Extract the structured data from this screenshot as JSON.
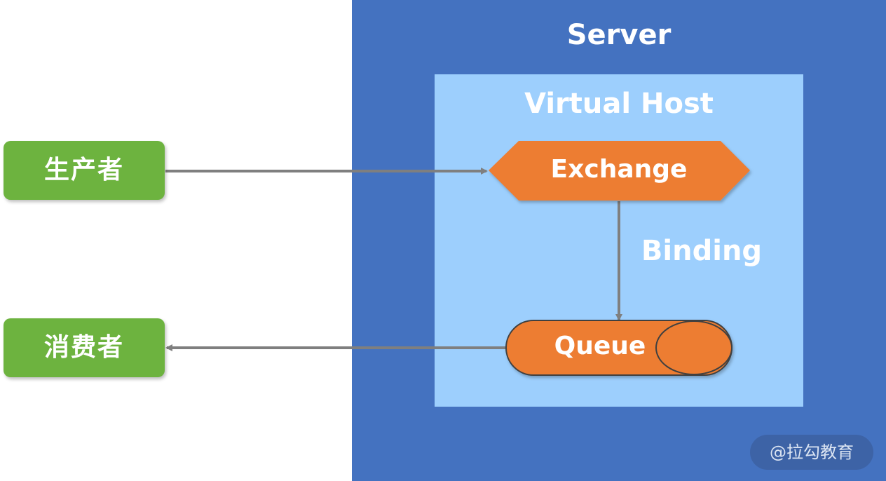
{
  "server": {
    "title": "Server"
  },
  "virtual_host": {
    "title": "Virtual Host"
  },
  "producer": {
    "label": "生产者"
  },
  "consumer": {
    "label": "消费者"
  },
  "exchange": {
    "label": "Exchange"
  },
  "binding": {
    "label": "Binding"
  },
  "queue": {
    "label": "Queue"
  },
  "watermark": {
    "text": "@拉勾教育"
  },
  "colors": {
    "server_bg": "#4472c0",
    "virtual_host_bg": "#9dcffd",
    "actor_green": "#6db33f",
    "node_orange": "#ed7d31",
    "arrow_gray": "#7f7f7f"
  }
}
